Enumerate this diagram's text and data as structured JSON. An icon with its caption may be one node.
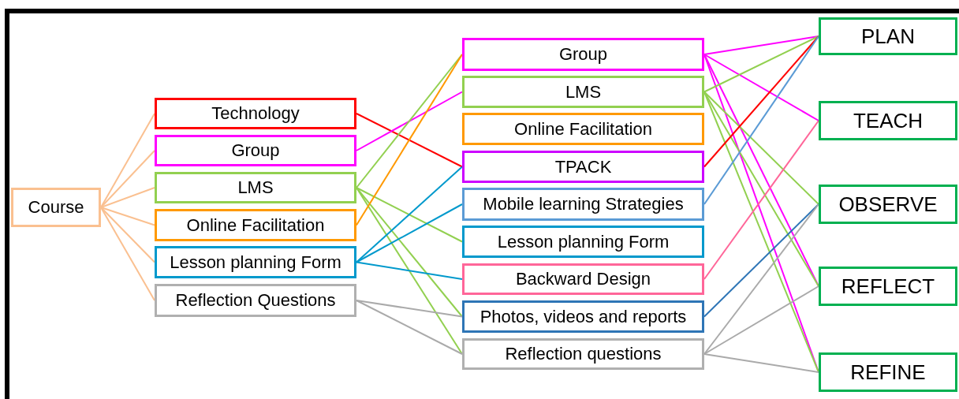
{
  "diagram": {
    "nodes": [
      {
        "text": [
          "Course"
        ]
      },
      {
        "text": [
          "Technology"
        ]
      },
      {
        "text": [
          "Group"
        ]
      },
      {
        "text": [
          "LMS"
        ]
      },
      {
        "text": [
          "Online Facilitation"
        ]
      },
      {
        "text": [
          "Lesson planning Form"
        ]
      },
      {
        "text": [
          "Reflection Questions"
        ]
      },
      {
        "text": [
          "Group"
        ]
      },
      {
        "text": [
          "LMS"
        ]
      },
      {
        "text": [
          "Online Facilitation"
        ]
      },
      {
        "text": [
          "TPACK"
        ]
      },
      {
        "text": [
          "Mobile learning Strategies"
        ]
      },
      {
        "text": [
          "Lesson planning Form"
        ]
      },
      {
        "text": [
          "Backward Design"
        ]
      },
      {
        "text": [
          "Photos, videos and reports"
        ]
      },
      {
        "text": [
          "Reflection questions"
        ]
      },
      {
        "text": [
          "PLAN"
        ]
      },
      {
        "text": [
          "TEACH"
        ]
      },
      {
        "text": [
          "OBSERVE"
        ]
      },
      {
        "text": [
          "REFLECT"
        ]
      },
      {
        "text": [
          "REFINE"
        ]
      }
    ],
    "edges": [
      {
        "from": 0,
        "to": 1,
        "arrow": "none",
        "color": "#fac090"
      },
      {
        "from": 0,
        "to": 2,
        "arrow": "none",
        "color": "#fac090"
      },
      {
        "from": 0,
        "to": 3,
        "arrow": "none",
        "color": "#fac090"
      },
      {
        "from": 0,
        "to": 4,
        "arrow": "none",
        "color": "#fac090"
      },
      {
        "from": 0,
        "to": 5,
        "arrow": "none",
        "color": "#fac090"
      },
      {
        "from": 0,
        "to": 6,
        "arrow": "none",
        "color": "#fac090"
      },
      {
        "from": 1,
        "to": 10,
        "arrow": "none",
        "color": "#ff0000"
      },
      {
        "from": 2,
        "to": 8,
        "arrow": "none",
        "color": "#ff00ff"
      },
      {
        "from": 3,
        "to": 7,
        "arrow": "none",
        "color": "#92d050"
      },
      {
        "from": 3,
        "to": 12,
        "arrow": "none",
        "color": "#92d050"
      },
      {
        "from": 3,
        "to": 14,
        "arrow": "none",
        "color": "#92d050"
      },
      {
        "from": 3,
        "to": 15,
        "arrow": "none",
        "color": "#92d050"
      },
      {
        "from": 4,
        "to": 7,
        "arrow": "none",
        "color": "#ff9900"
      },
      {
        "from": 5,
        "to": 10,
        "arrow": "none",
        "color": "#0099cc"
      },
      {
        "from": 5,
        "to": 11,
        "arrow": "none",
        "color": "#0099cc"
      },
      {
        "from": 5,
        "to": 13,
        "arrow": "none",
        "color": "#0099cc"
      },
      {
        "from": 6,
        "to": 14,
        "arrow": "none",
        "color": "#aaaaaa"
      },
      {
        "from": 6,
        "to": 15,
        "arrow": "none",
        "color": "#aaaaaa"
      },
      {
        "from": 7,
        "to": 16,
        "arrow": "none",
        "color": "#ff00ff"
      },
      {
        "from": 7,
        "to": 17,
        "arrow": "none",
        "color": "#ff00ff"
      },
      {
        "from": 7,
        "to": 19,
        "arrow": "none",
        "color": "#ff00ff"
      },
      {
        "from": 7,
        "to": 20,
        "arrow": "none",
        "color": "#ff00ff"
      },
      {
        "from": 8,
        "to": 16,
        "arrow": "none",
        "color": "#92d050"
      },
      {
        "from": 8,
        "to": 18,
        "arrow": "none",
        "color": "#92d050"
      },
      {
        "from": 8,
        "to": 19,
        "arrow": "none",
        "color": "#92d050"
      },
      {
        "from": 8,
        "to": 20,
        "arrow": "none",
        "color": "#92d050"
      },
      {
        "from": 10,
        "to": 16,
        "arrow": "none",
        "color": "#ff0000"
      },
      {
        "from": 11,
        "to": 16,
        "arrow": "none",
        "color": "#5b9bd5"
      },
      {
        "from": 13,
        "to": 17,
        "arrow": "none",
        "color": "#ff6699"
      },
      {
        "from": 14,
        "to": 18,
        "arrow": "none",
        "color": "#2e75b6"
      },
      {
        "from": 15,
        "to": 18,
        "arrow": "none",
        "color": "#aaaaaa"
      },
      {
        "from": 15,
        "to": 19,
        "arrow": "none",
        "color": "#aaaaaa"
      },
      {
        "from": 15,
        "to": 20,
        "arrow": "none",
        "color": "#aaaaaa"
      }
    ]
  }
}
